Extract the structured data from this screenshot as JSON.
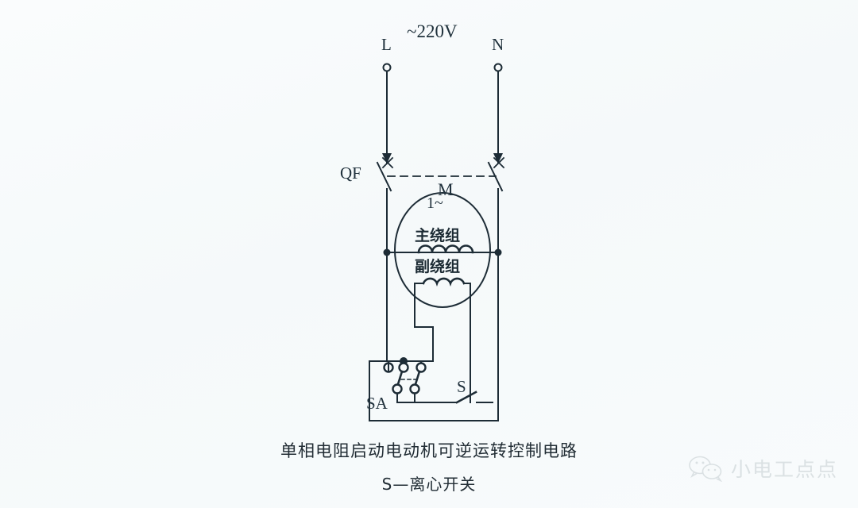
{
  "page": {
    "background_color": "#f7fafb",
    "ink_color": "#1d2c36"
  },
  "diagram": {
    "title": "single-phase resistance-start motor reversible control circuit",
    "supply": {
      "voltage_label": "~220V",
      "line_terminal_label": "L",
      "neutral_terminal_label": "N"
    },
    "breaker": {
      "label": "QF",
      "pole_marks": [
        "×",
        "×"
      ]
    },
    "motor": {
      "symbol_label": "M",
      "phase_label": "1~",
      "main_winding_label": "主绕组",
      "aux_winding_label": "副绕组"
    },
    "switches": {
      "selector_label": "SA",
      "centrifugal_label": "S"
    }
  },
  "caption": {
    "main": "单相电阻启动电动机可逆运转控制电路",
    "sub": "S—离心开关"
  },
  "watermark": {
    "icon": "wechat-icon",
    "text": "小电工点点"
  }
}
